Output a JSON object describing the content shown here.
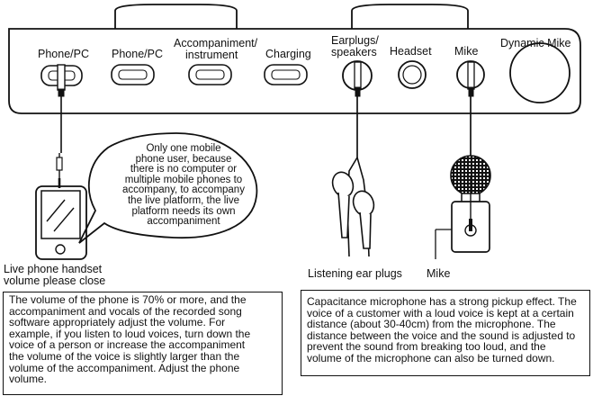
{
  "ports": {
    "phone_pc_1": "Phone/PC",
    "phone_pc_2": "Phone/PC",
    "accompaniment_1": "Accompaniment/",
    "accompaniment_2": "instrument",
    "charging": "Charging",
    "earplugs_1": "Earplugs/",
    "earplugs_2": "speakers",
    "headset": "Headset",
    "mike": "Mike",
    "dynamic_mike": "Dynamic Mike"
  },
  "bubble": {
    "lines": [
      "Only one mobile",
      "phone user, because",
      "there is no computer or",
      "multiple mobile phones to",
      "accompany, to accompany",
      "the live platform, the live",
      "platform needs its own",
      "accompaniment"
    ]
  },
  "captions": {
    "phone_1": "Live phone handset",
    "phone_2": "volume please close",
    "earplugs": "Listening ear plugs",
    "mike": "Mike"
  },
  "notes": {
    "left": [
      "The volume of the phone is 70% or more, and the",
      "accompaniment and vocals of the recorded song",
      "software appropriately adjust the volume. For",
      "example, if you listen to loud voices, turn down the",
      "voice of a person or increase the accompaniment",
      "the volume of the voice is slightly larger than the",
      "volume of the accompaniment. Adjust the phone",
      "volume."
    ],
    "right": [
      "Capacitance microphone has a strong pickup effect. The",
      "voice of a customer with a loud voice is kept at a certain",
      "distance (about 30-40cm) from the microphone. The",
      "distance between the voice and the sound is adjusted to",
      "prevent the sound from breaking too loud, and the",
      "volume of the microphone can also be turned down."
    ]
  }
}
